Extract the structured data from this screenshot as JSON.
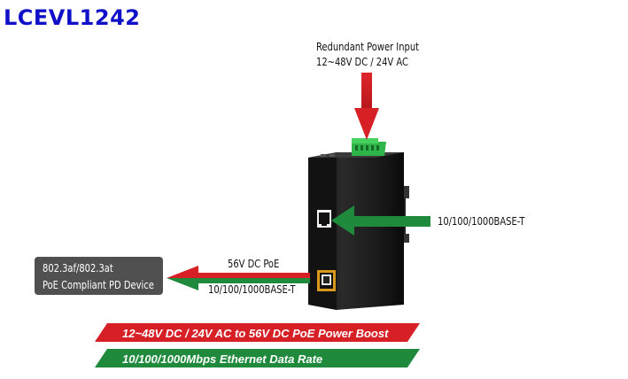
{
  "title": "LCEVL1242",
  "redundant_power": {
    "line1": "Redundant Power Input",
    "line2": "12~48V DC / 24V AC"
  },
  "uplink_port_label": "10/100/1000BASE-T",
  "poe_output": {
    "power_label": "56V DC PoE",
    "data_label": "10/100/1000BASE-T"
  },
  "pd_device": {
    "line1": "802.3af/802.3at",
    "line2": "PoE Compliant PD Device"
  },
  "banners": [
    {
      "text": "12~48V DC / 24V AC to 56V DC PoE Power Boost",
      "color": "#d71f26"
    },
    {
      "text": "10/100/1000Mbps Ethernet Data Rate",
      "color": "#1f8a3c"
    }
  ],
  "colors": {
    "title": "#1010c8",
    "power_arrow": "#d71f26",
    "data_arrow": "#1f8a3c",
    "device_body": "#1a1a1a",
    "terminal_block": "#2fb54a",
    "poe_port_frame": "#d99a1c"
  }
}
